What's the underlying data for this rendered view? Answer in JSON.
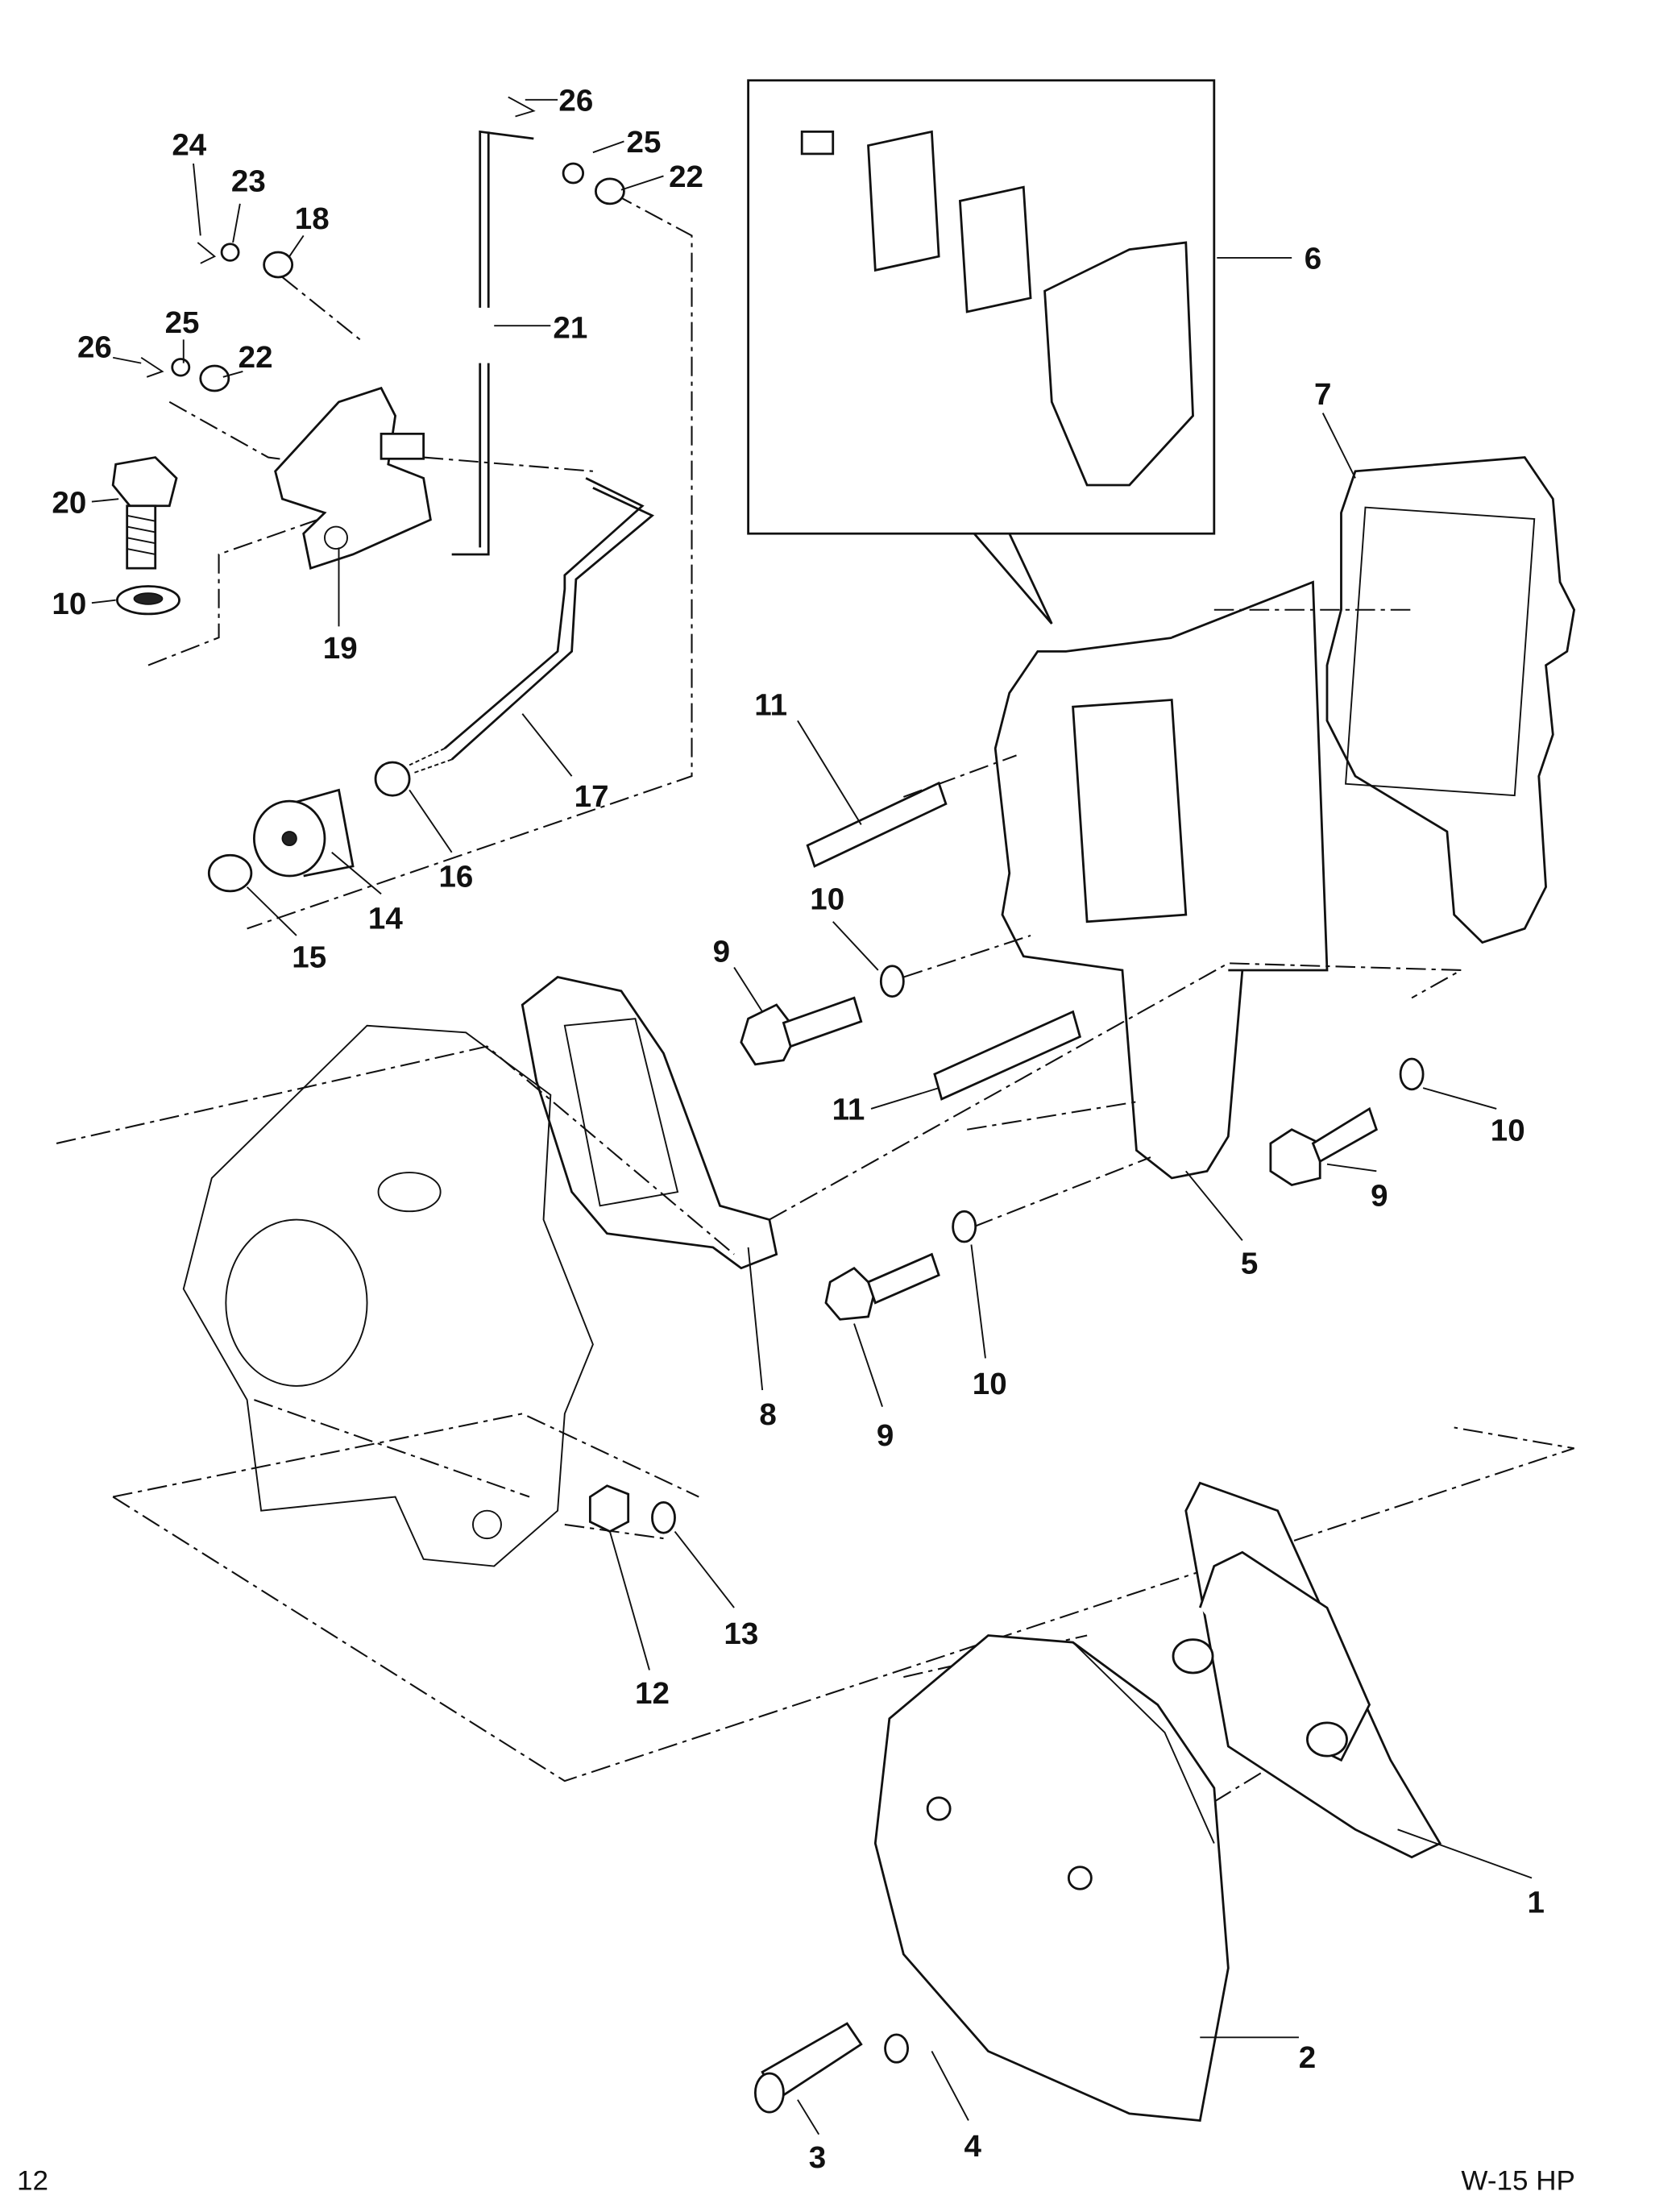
{
  "callouts": [
    {
      "id": "c26a",
      "text": "26"
    },
    {
      "id": "c25a",
      "text": "25"
    },
    {
      "id": "c22a",
      "text": "22"
    },
    {
      "id": "c24",
      "text": "24"
    },
    {
      "id": "c23",
      "text": "23"
    },
    {
      "id": "c18",
      "text": "18"
    },
    {
      "id": "c21",
      "text": "21"
    },
    {
      "id": "c25b",
      "text": "25"
    },
    {
      "id": "c26b",
      "text": "26"
    },
    {
      "id": "c22b",
      "text": "22"
    },
    {
      "id": "c20",
      "text": "20"
    },
    {
      "id": "c10a",
      "text": "10"
    },
    {
      "id": "c19",
      "text": "19"
    },
    {
      "id": "c6",
      "text": "6"
    },
    {
      "id": "c7",
      "text": "7"
    },
    {
      "id": "c11a",
      "text": "11"
    },
    {
      "id": "c17",
      "text": "17"
    },
    {
      "id": "c16",
      "text": "16"
    },
    {
      "id": "c14",
      "text": "14"
    },
    {
      "id": "c15",
      "text": "15"
    },
    {
      "id": "c10b",
      "text": "10"
    },
    {
      "id": "c9a",
      "text": "9"
    },
    {
      "id": "c11b",
      "text": "11"
    },
    {
      "id": "c10c",
      "text": "10"
    },
    {
      "id": "c9b",
      "text": "9"
    },
    {
      "id": "c5",
      "text": "5"
    },
    {
      "id": "c8",
      "text": "8"
    },
    {
      "id": "c9c",
      "text": "9"
    },
    {
      "id": "c10d",
      "text": "10"
    },
    {
      "id": "c13",
      "text": "13"
    },
    {
      "id": "c12",
      "text": "12"
    },
    {
      "id": "c1",
      "text": "1"
    },
    {
      "id": "c2",
      "text": "2"
    },
    {
      "id": "c4",
      "text": "4"
    },
    {
      "id": "c3",
      "text": "3"
    }
  ],
  "footer": {
    "page_number": "12",
    "model": "W-15  HP"
  }
}
